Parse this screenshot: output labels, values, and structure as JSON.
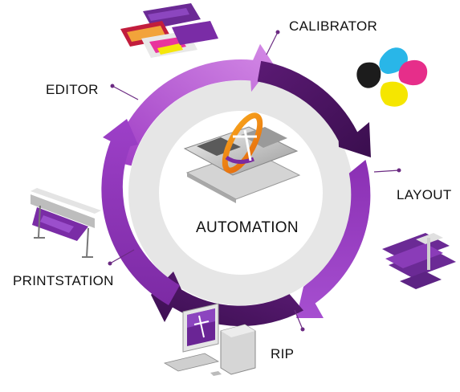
{
  "cycle": {
    "center": {
      "label": "AUTOMATION",
      "icon": "layered-sheets-with-ring-icon"
    },
    "steps": [
      {
        "label": "CALIBRATOR",
        "icon": "cmyk-ink-drops-icon"
      },
      {
        "label": "LAYOUT",
        "icon": "layout-sheets-icon"
      },
      {
        "label": "RIP",
        "icon": "desktop-computer-icon"
      },
      {
        "label": "PRINTSTATION",
        "icon": "wide-format-printer-icon"
      },
      {
        "label": "EDITOR",
        "icon": "image-editor-sheets-icon"
      }
    ]
  },
  "colors": {
    "arrow_light": "#c97fe0",
    "arrow_mid": "#9b3fc2",
    "arrow_dark": "#4a1560",
    "arrow_darkest": "#3c0f52",
    "inner_ring": "#e6e6e6",
    "center_disc": "#ffffff",
    "leader_dot": "#6b2a82"
  }
}
